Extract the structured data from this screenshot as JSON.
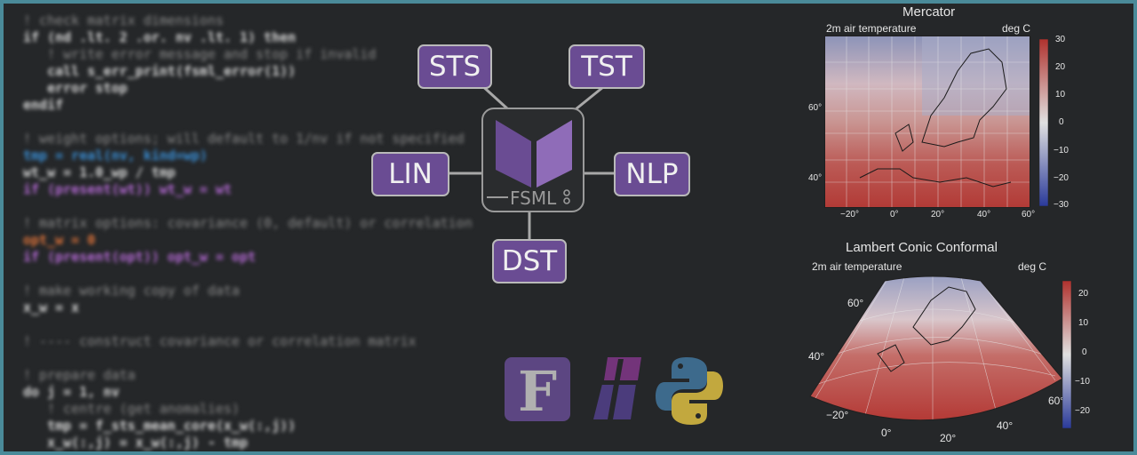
{
  "code_lines": [
    {
      "cls": "c",
      "text": "! check matrix dimensions"
    },
    {
      "cls": "",
      "text": "if (nd .lt. 2 .or. nv .lt. 1) then"
    },
    {
      "cls": "c",
      "text": "   ! write error message and stop if invalid"
    },
    {
      "cls": "",
      "text": "   call s_err_print(fsml_error(1))"
    },
    {
      "cls": "",
      "text": "   error stop"
    },
    {
      "cls": "",
      "text": "endif"
    },
    {
      "cls": "",
      "text": ""
    },
    {
      "cls": "c",
      "text": "! weight options; will default to 1/nv if not specified"
    },
    {
      "cls": "b",
      "text": "tmp = real(nv, kind=wp)"
    },
    {
      "cls": "",
      "text": "wt_w = 1.0_wp / tmp"
    },
    {
      "cls": "p",
      "text": "if (present(wt)) wt_w = wt"
    },
    {
      "cls": "",
      "text": ""
    },
    {
      "cls": "c",
      "text": "! matrix options: covariance (0, default) or correlation"
    },
    {
      "cls": "o",
      "text": "opt_w = 0"
    },
    {
      "cls": "p",
      "text": "if (present(opt)) opt_w = opt"
    },
    {
      "cls": "",
      "text": ""
    },
    {
      "cls": "c",
      "text": "! make working copy of data"
    },
    {
      "cls": "",
      "text": "x_w = x"
    },
    {
      "cls": "",
      "text": ""
    },
    {
      "cls": "c",
      "text": "! ---- construct covariance or correlation matrix"
    },
    {
      "cls": "",
      "text": ""
    },
    {
      "cls": "c",
      "text": "! prepare data"
    },
    {
      "cls": "",
      "text": "do j = 1, nv"
    },
    {
      "cls": "c",
      "text": "   ! centre (get anomalies)"
    },
    {
      "cls": "",
      "text": "   tmp = f_sts_mean_core(x_w(:,j))"
    },
    {
      "cls": "",
      "text": "   x_w(:,j) = x_w(:,j) - tmp"
    }
  ],
  "modules": {
    "sts": "STS",
    "tst": "TST",
    "lin": "LIN",
    "nlp": "NLP",
    "dst": "DST",
    "hub": "FSML"
  },
  "logos": [
    "fortran-logo-icon",
    "fortran-lang-logo-icon",
    "python-logo-icon"
  ],
  "colors": {
    "module_fill": "#6a4c93",
    "frame_border": "#4a8a99",
    "background": "#252729"
  },
  "map1": {
    "title": "Mercator",
    "variable": "2m air temperature",
    "units": "deg C",
    "lat_ticks": [
      "60°",
      "40°"
    ],
    "lon_ticks": [
      "−20°",
      "0°",
      "20°",
      "40°",
      "60°"
    ],
    "colorbar_ticks": [
      "30",
      "20",
      "10",
      "0",
      "−10",
      "−20",
      "−30"
    ]
  },
  "map2": {
    "title": "Lambert Conic Conformal",
    "variable": "2m air temperature",
    "units": "deg C",
    "lat_ticks": [
      "60°",
      "40°"
    ],
    "lon_ticks": [
      "−20°",
      "0°",
      "20°",
      "40°",
      "60°"
    ],
    "colorbar_ticks": [
      "20",
      "10",
      "0",
      "−10",
      "−20"
    ]
  }
}
